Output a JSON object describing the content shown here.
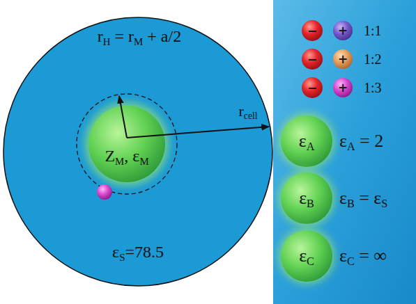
{
  "diagram": {
    "nodes": [
      {
        "text": [
          "εS=78.5"
        ]
      },
      {
        "text": [
          "ZM, εM"
        ],
        "in": 0
      },
      {
        "text": [
          "−"
        ]
      },
      {
        "text": [
          "+"
        ]
      },
      {
        "text": [
          "−"
        ]
      },
      {
        "text": [
          "+"
        ]
      },
      {
        "text": [
          "−"
        ]
      },
      {
        "text": [
          "+"
        ]
      },
      {
        "text": [
          "εA"
        ]
      },
      {
        "text": [
          "εB"
        ]
      },
      {
        "text": [
          "εC"
        ]
      }
    ],
    "labels": [
      "rH = rM + a/2",
      "rcell",
      "1:1",
      "1:2",
      "1:3",
      "εA = 2",
      "εB = εS",
      "εC = ∞"
    ]
  }
}
